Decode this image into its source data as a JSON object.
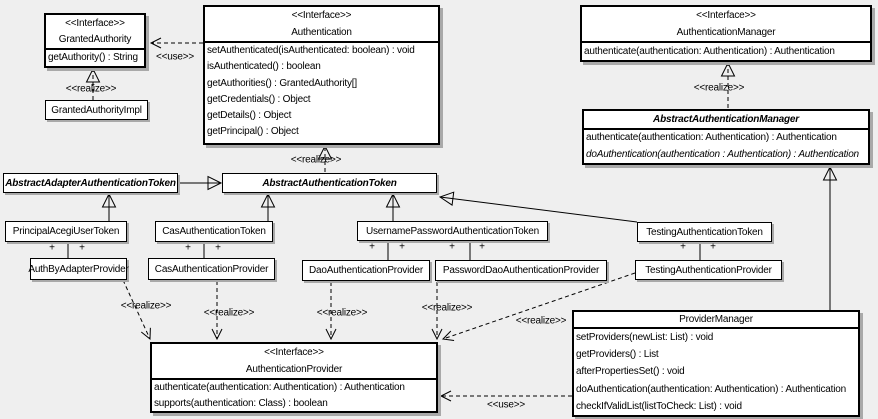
{
  "labels": {
    "realize": "<<realize>>",
    "use": "<<use>>",
    "plus": "+"
  },
  "boxes": {
    "granted_authority": {
      "stereotype": "<<Interface>>",
      "title": "GrantedAuthority",
      "methods": [
        "getAuthority() : String"
      ]
    },
    "granted_authority_impl": {
      "title": "GrantedAuthorityImpl"
    },
    "authentication": {
      "stereotype": "<<Interface>>",
      "title": "Authentication",
      "methods": [
        "setAuthenticated(isAuthenticated: boolean) : void",
        "isAuthenticated() : boolean",
        "getAuthorities() : GrantedAuthority[]",
        "getCredentials() : Object",
        "getDetails() : Object",
        "getPrincipal() : Object"
      ]
    },
    "authentication_manager": {
      "stereotype": "<<Interface>>",
      "title": "AuthenticationManager",
      "methods": [
        "authenticate(authentication: Authentication) : Authentication"
      ]
    },
    "abstract_authentication_manager": {
      "title": "AbstractAuthenticationManager",
      "methods": [
        "authenticate(authentication: Authentication) : Authentication",
        "doAuthentication(authentication : Authentication) : Authentication"
      ]
    },
    "abstract_adapter_authentication_token": {
      "title": "AbstractAdapterAuthenticationToken"
    },
    "abstract_authentication_token": {
      "title": "AbstractAuthenticationToken"
    },
    "principal_acegi_user_token": {
      "title": "PrincipalAcegiUserToken"
    },
    "cas_authentication_token": {
      "title": "CasAuthenticationToken"
    },
    "username_password_authentication_token": {
      "title": "UsernamePasswordAuthenticationToken"
    },
    "testing_authentication_token": {
      "title": "TestingAuthenticationToken"
    },
    "auth_by_adapter_provider": {
      "title": "AuthByAdapterProvider"
    },
    "cas_authentication_provider": {
      "title": "CasAuthenticationProvider"
    },
    "dao_authentication_provider": {
      "title": "DaoAuthenticationProvider"
    },
    "password_dao_authentication_provider": {
      "title": "PasswordDaoAuthenticationProvider"
    },
    "testing_authentication_provider": {
      "title": "TestingAuthenticationProvider"
    },
    "authentication_provider": {
      "stereotype": "<<Interface>>",
      "title": "AuthenticationProvider",
      "methods": [
        "authenticate(authentication: Authentication) : Authentication",
        "supports(authentication: Class) : boolean"
      ]
    },
    "provider_manager": {
      "title": "ProviderManager",
      "methods": [
        "setProviders(newList: List) : void",
        "getProviders() : List",
        "afterPropertiesSet() : void",
        "doAuthentication(authentication: Authentication) : Authentication",
        "checkIfValidList(listToCheck: List) : void"
      ]
    }
  }
}
